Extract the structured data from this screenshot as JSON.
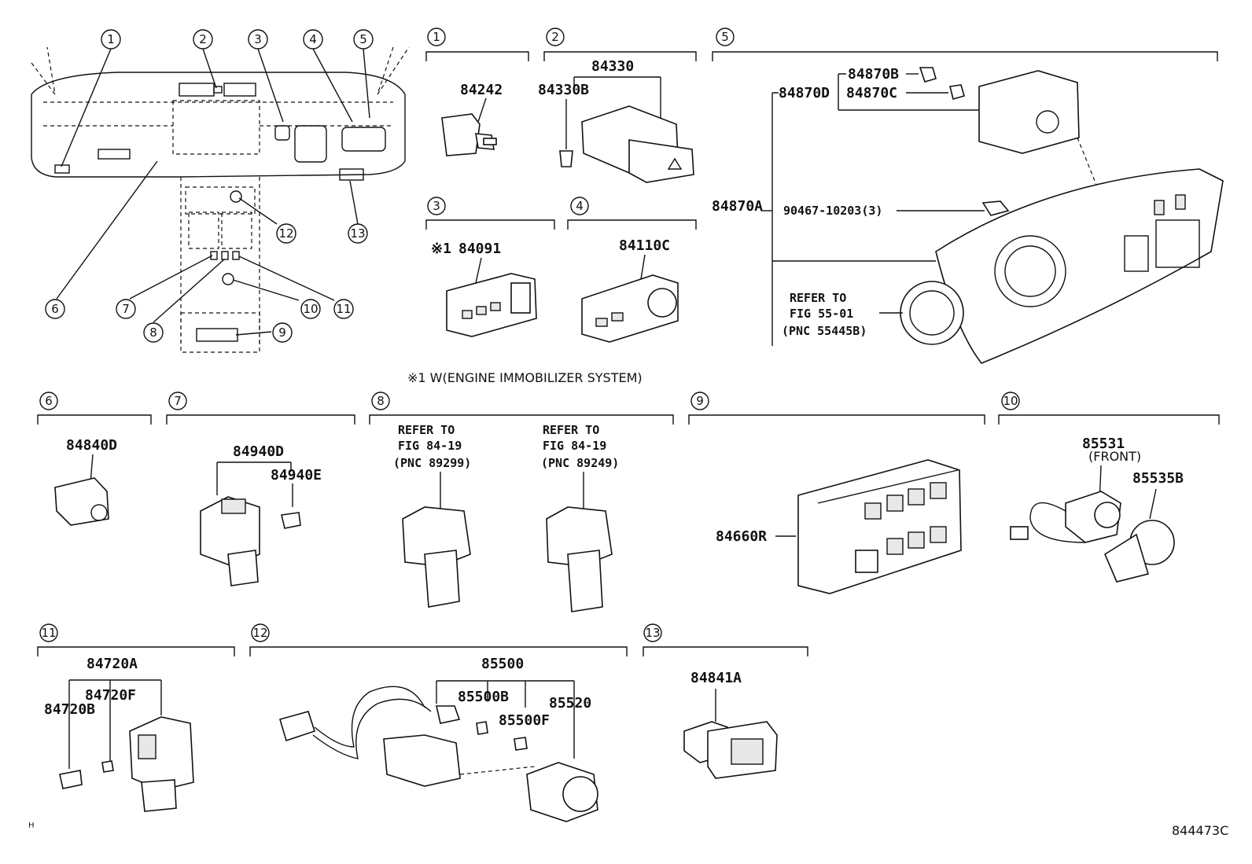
{
  "overview_callouts": [
    "1",
    "2",
    "3",
    "4",
    "5",
    "6",
    "7",
    "8",
    "9",
    "10",
    "11",
    "12",
    "13"
  ],
  "sections": [
    {
      "id": "1",
      "parts": [
        "84242"
      ]
    },
    {
      "id": "2",
      "parts": [
        "84330",
        "84330B"
      ]
    },
    {
      "id": "3",
      "parts": [
        "84091"
      ],
      "mark": "※1"
    },
    {
      "id": "4",
      "parts": [
        "84110C"
      ]
    },
    {
      "id": "5",
      "parts": [
        "84870B",
        "84870D",
        "84870C",
        "84870A",
        "90467-10203(3)"
      ],
      "refer": [
        "REFER TO",
        "FIG 55-01",
        "(PNC 55445B)"
      ]
    },
    {
      "id": "6",
      "parts": [
        "84840D"
      ]
    },
    {
      "id": "7",
      "parts": [
        "84940D",
        "84940E"
      ]
    },
    {
      "id": "8",
      "refer_a": [
        "REFER TO",
        "FIG 84-19",
        "(PNC 89299)"
      ],
      "refer_b": [
        "REFER TO",
        "FIG 84-19",
        "(PNC 89249)"
      ]
    },
    {
      "id": "9",
      "parts": [
        "84660R"
      ]
    },
    {
      "id": "10",
      "parts": [
        "85531",
        "85535B"
      ],
      "sub": "(FRONT)"
    },
    {
      "id": "11",
      "parts": [
        "84720A",
        "84720F",
        "84720B"
      ]
    },
    {
      "id": "12",
      "parts": [
        "85500",
        "85500B",
        "85500F",
        "85520"
      ]
    },
    {
      "id": "13",
      "parts": [
        "84841A"
      ]
    }
  ],
  "footnote": "※1  W(ENGINE IMMOBILIZER SYSTEM)",
  "figure_code": "844473C",
  "corner_mark": "ᴴ"
}
